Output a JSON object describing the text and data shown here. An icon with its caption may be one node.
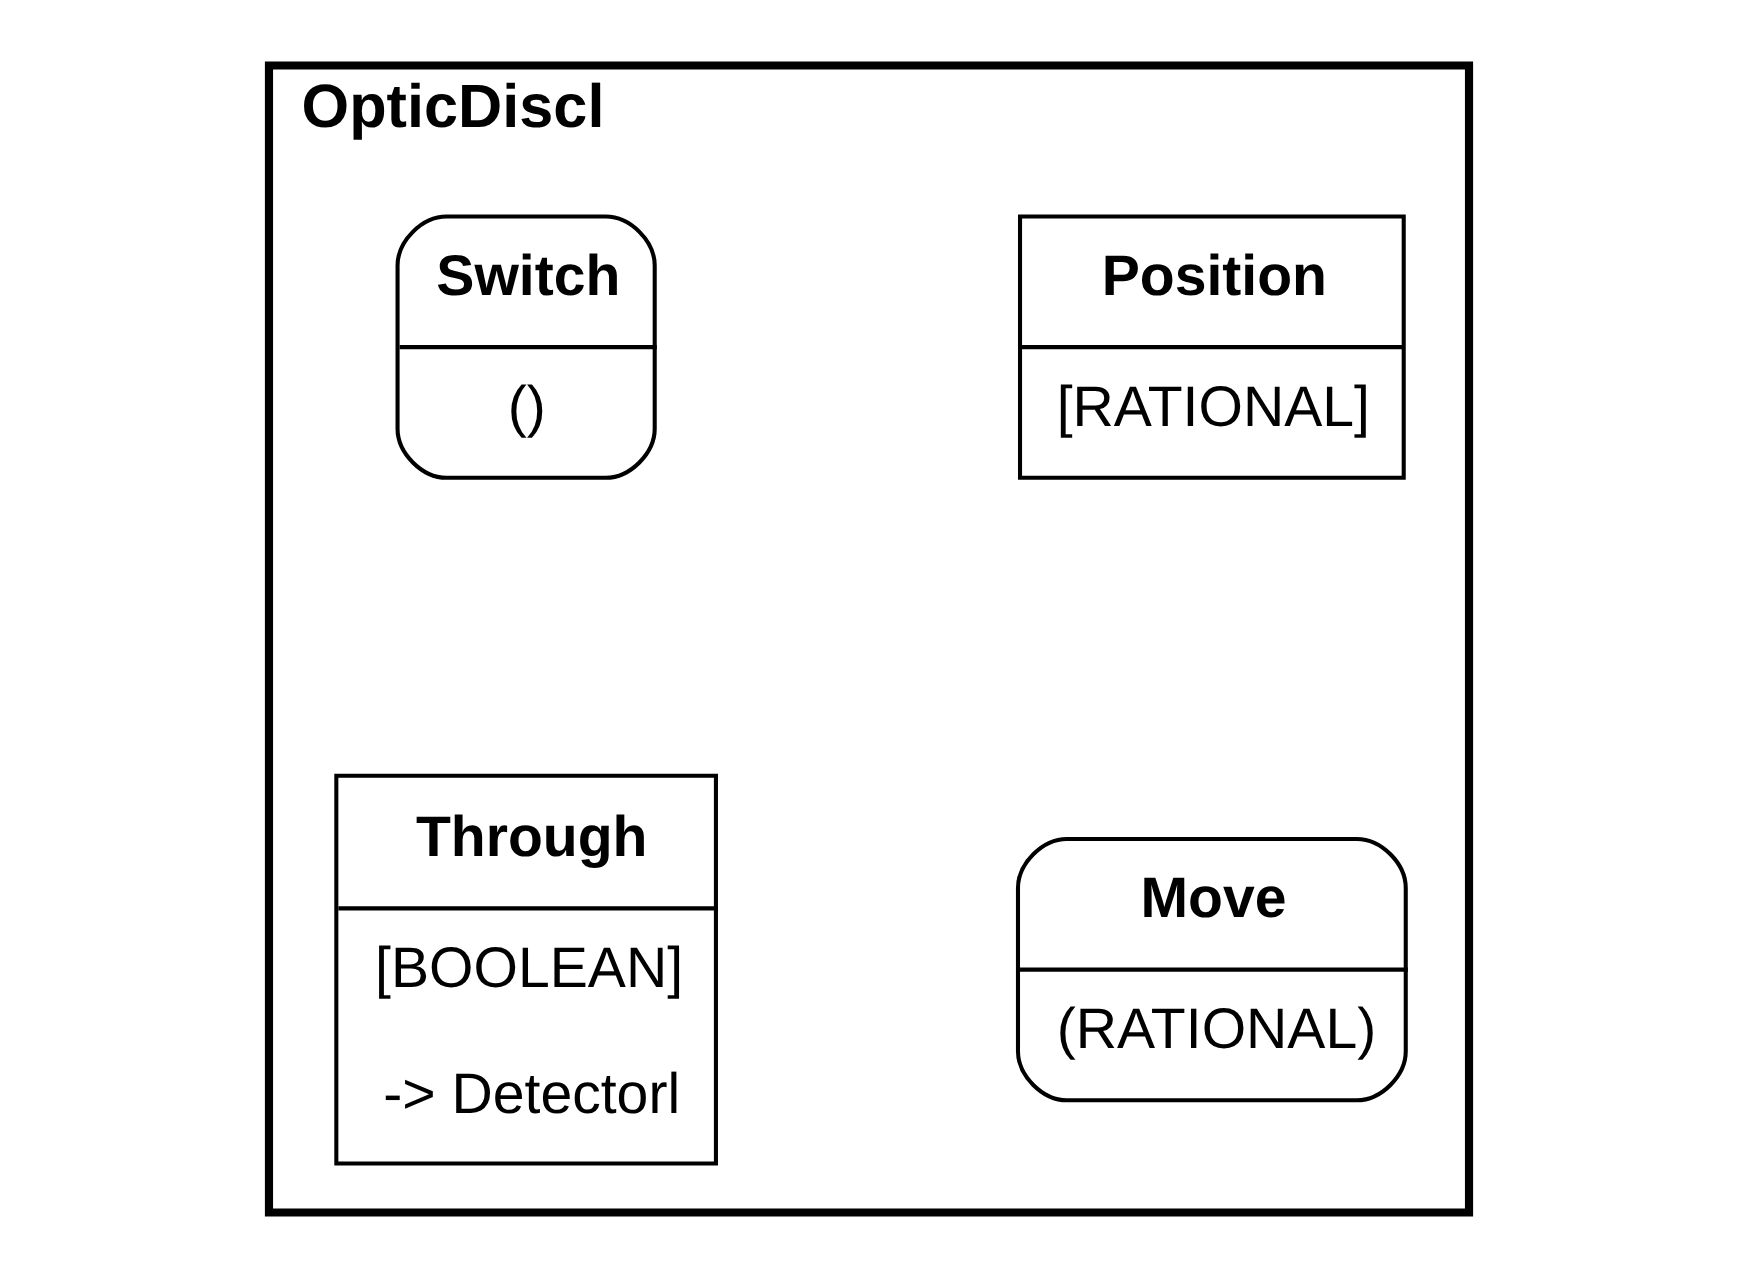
{
  "diagram": {
    "nodes": [
      {
        "text": [
          "OpticDiscl"
        ]
      },
      {
        "text": [
          "Position",
          "[RATIONAL]"
        ],
        "in": 0
      },
      {
        "text": [
          "Switch",
          "()"
        ],
        "in": 0
      },
      {
        "text": [
          "Move",
          "(RATIONAL)"
        ],
        "in": 0
      },
      {
        "text": [
          "Through",
          "[BOOLEAN]",
          "-> Detectorl"
        ],
        "in": 0
      }
    ],
    "edges": []
  }
}
